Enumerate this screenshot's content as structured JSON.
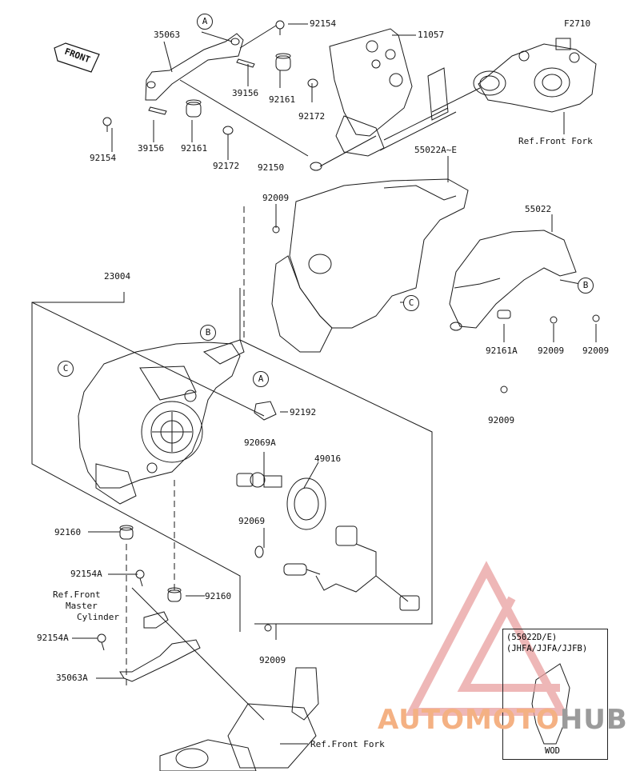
{
  "diagram": {
    "code": "F2710",
    "front": "FRONT",
    "parts": {
      "p35063": "35063",
      "p11057": "11057",
      "p92154a": "92154",
      "p39156a": "39156",
      "p92161a": "92161",
      "p92172a": "92172",
      "p92154b": "92154",
      "p39156b": "39156",
      "p92161b": "92161",
      "p92172b": "92172",
      "p92150": "92150",
      "p55022AE": "55022A~E",
      "p55022": "55022",
      "p92009a": "92009",
      "p92161A": "92161A",
      "p92009b": "92009",
      "p92009c": "92009",
      "p92009d": "92009",
      "p23004": "23004",
      "p92192": "92192",
      "p92069A": "92069A",
      "p49016": "49016",
      "p92069": "92069",
      "p92160a": "92160",
      "p92154A1": "92154A",
      "p92160b": "92160",
      "p92154A2": "92154A",
      "p35063A": "35063A",
      "p92009e": "92009"
    },
    "refs": {
      "front_fork_top": "Ref.Front Fork",
      "master_1": "Ref.Front",
      "master_2": "Master",
      "master_3": "Cylinder",
      "front_fork_bottom": "Ref.Front Fork"
    },
    "callouts": {
      "a1": "A",
      "a2": "A",
      "b1": "B",
      "b2": "B",
      "c1": "C",
      "c2": "C"
    },
    "inset": {
      "line1": "(55022D/E)",
      "line2": "(JHFA/JJFA/JJFB)",
      "footer": "WOD"
    },
    "watermark": {
      "part1": "AUTOMOTO",
      "part2": "HUB"
    }
  }
}
